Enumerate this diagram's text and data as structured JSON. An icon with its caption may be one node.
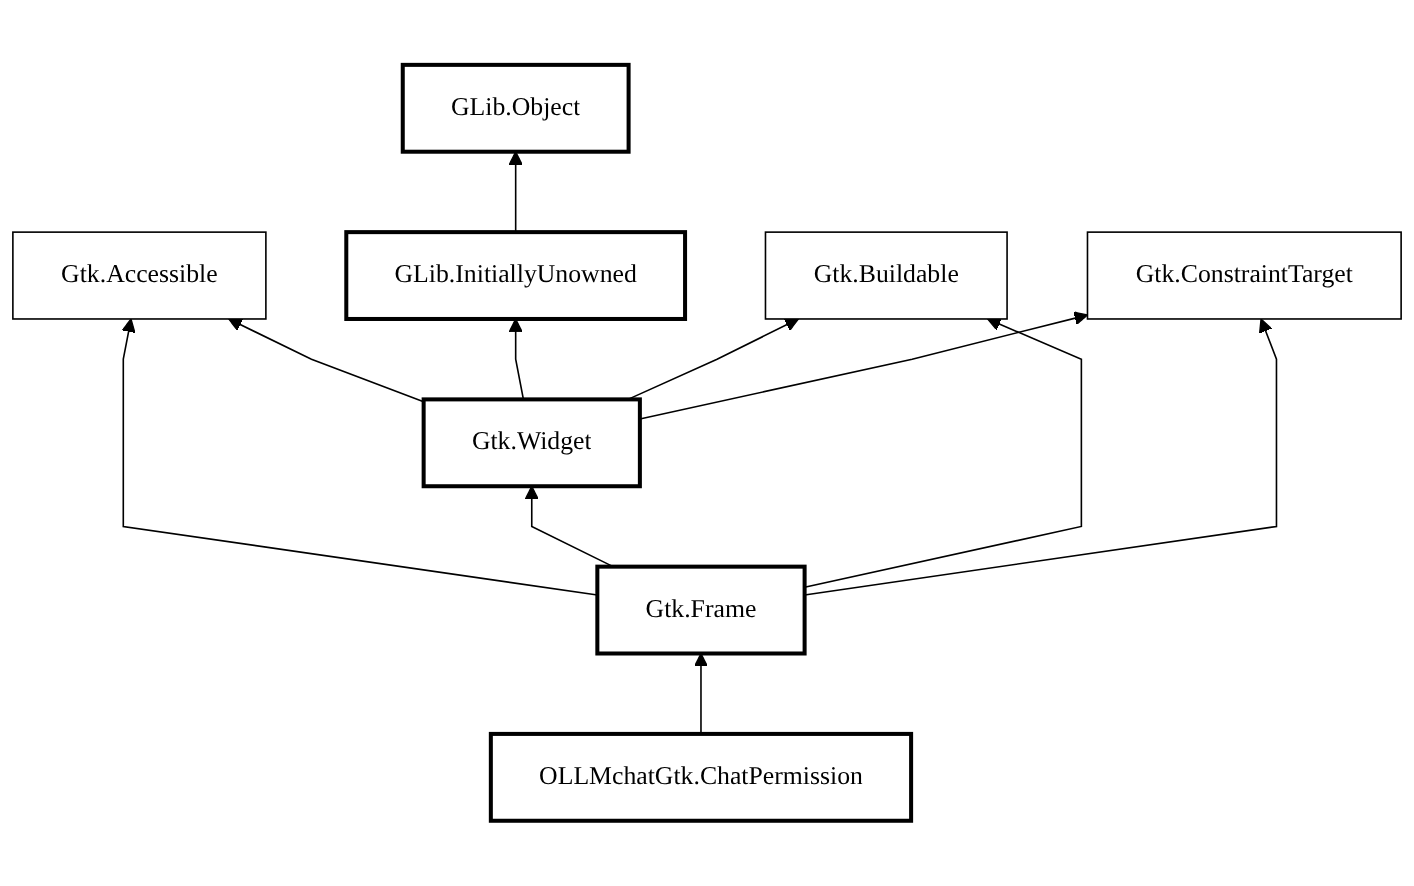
{
  "diagram": {
    "nodes": [
      {
        "text": [
          "GLib.Object"
        ]
      },
      {
        "text": [
          "Gtk.Accessible"
        ]
      },
      {
        "text": [
          "GLib.InitiallyUnowned"
        ]
      },
      {
        "text": [
          "Gtk.Buildable"
        ]
      },
      {
        "text": [
          "Gtk.ConstraintTarget"
        ]
      },
      {
        "text": [
          "Gtk.Widget"
        ]
      },
      {
        "text": [
          "Gtk.Frame"
        ]
      },
      {
        "text": [
          "OLLMchatGtk.ChatPermission"
        ]
      }
    ],
    "edges": [
      {
        "from": 2,
        "to": 0,
        "arrow": "to"
      },
      {
        "from": 5,
        "to": 1,
        "arrow": "to"
      },
      {
        "from": 5,
        "to": 2,
        "arrow": "to"
      },
      {
        "from": 5,
        "to": 3,
        "arrow": "to"
      },
      {
        "from": 5,
        "to": 4,
        "arrow": "to"
      },
      {
        "from": 6,
        "to": 1,
        "arrow": "to"
      },
      {
        "from": 6,
        "to": 5,
        "arrow": "to"
      },
      {
        "from": 6,
        "to": 3,
        "arrow": "to"
      },
      {
        "from": 6,
        "to": 4,
        "arrow": "to"
      },
      {
        "from": 7,
        "to": 6,
        "arrow": "to"
      }
    ]
  }
}
